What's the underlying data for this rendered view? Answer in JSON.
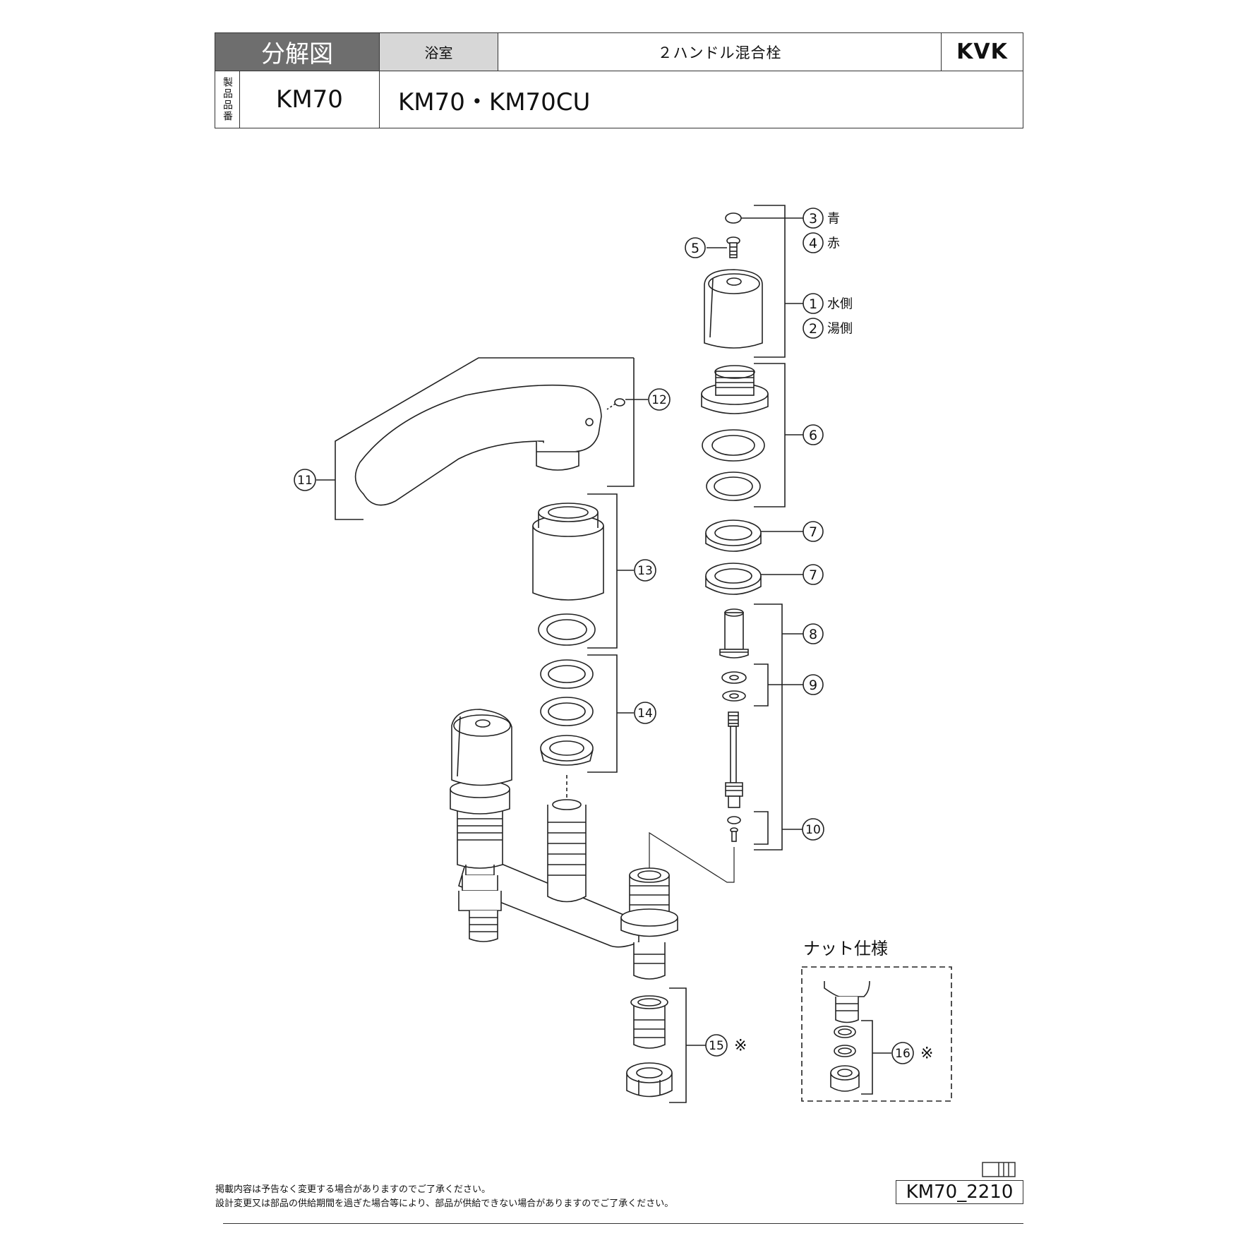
{
  "header": {
    "title": "分解図",
    "category": "浴室",
    "product_name": "２ハンドル混合栓",
    "brand": "KVK",
    "vertical_label": "製品品番",
    "model": "KM70",
    "models": "KM70・KM70CU"
  },
  "callouts": [
    {
      "num": "3",
      "note": "青"
    },
    {
      "num": "4",
      "note": "赤"
    },
    {
      "num": "5",
      "note": ""
    },
    {
      "num": "1",
      "note": "水側"
    },
    {
      "num": "2",
      "note": "湯側"
    },
    {
      "num": "12",
      "note": ""
    },
    {
      "num": "11",
      "note": ""
    },
    {
      "num": "6",
      "note": ""
    },
    {
      "num": "7",
      "note": ""
    },
    {
      "num": "7",
      "note": ""
    },
    {
      "num": "13",
      "note": ""
    },
    {
      "num": "8",
      "note": ""
    },
    {
      "num": "9",
      "note": ""
    },
    {
      "num": "14",
      "note": ""
    },
    {
      "num": "10",
      "note": ""
    },
    {
      "num": "15",
      "note": "※"
    },
    {
      "num": "16",
      "note": "※"
    }
  ],
  "nut_spec_label": "ナット仕様",
  "footnotes": [
    "掲載内容は予告なく変更する場合がありますのでご了承ください。",
    "設計変更又は部品の供給期間を過ぎた場合等により、部品が供給できない場合がありますのでご了承ください。"
  ],
  "doc_id": "KM70_2210"
}
